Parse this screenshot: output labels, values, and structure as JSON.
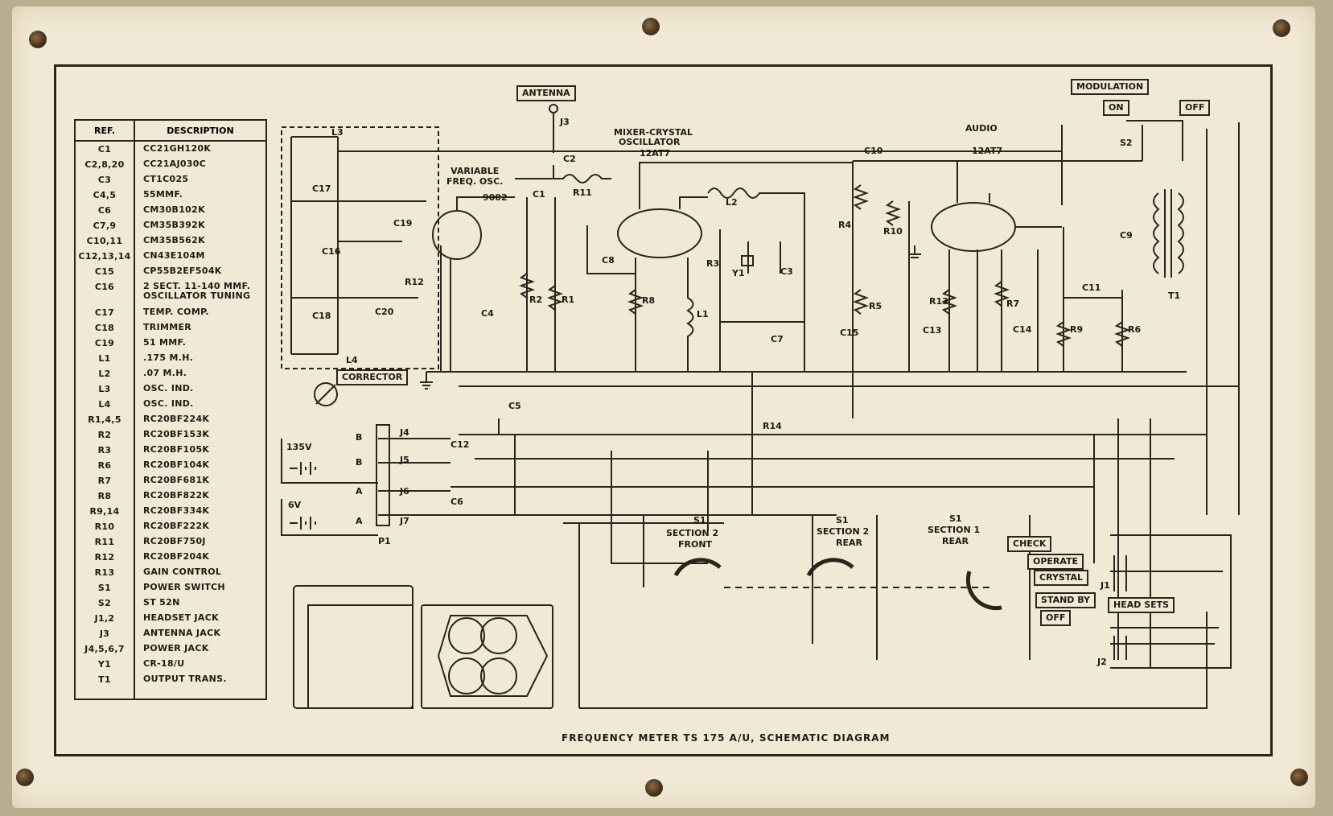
{
  "diagram_title": "FREQUENCY METER TS 175 A/U, SCHEMATIC DIAGRAM",
  "parts_table": {
    "headers": [
      "REF.",
      "DESCRIPTION"
    ],
    "rows": [
      {
        "ref": "C1",
        "desc": "CC21GH120K"
      },
      {
        "ref": "C2,8,20",
        "desc": "CC21AJ030C"
      },
      {
        "ref": "C3",
        "desc": "CT1C025"
      },
      {
        "ref": "C4,5",
        "desc": "55MMF."
      },
      {
        "ref": "C6",
        "desc": "CM30B102K"
      },
      {
        "ref": "C7,9",
        "desc": "CM35B392K"
      },
      {
        "ref": "C10,11",
        "desc": "CM35B562K"
      },
      {
        "ref": "C12,13,14",
        "desc": "CN43E104M"
      },
      {
        "ref": "C15",
        "desc": "CP55B2EF504K"
      },
      {
        "ref": "C16",
        "desc": "2 SECT. 11-140 MMF.\nOSCILLATOR TUNING"
      },
      {
        "ref": "C17",
        "desc": "TEMP. COMP."
      },
      {
        "ref": "C18",
        "desc": "TRIMMER"
      },
      {
        "ref": "C19",
        "desc": "51 MMF."
      },
      {
        "ref": "L1",
        "desc": ".175 M.H."
      },
      {
        "ref": "L2",
        "desc": ".07 M.H."
      },
      {
        "ref": "L3",
        "desc": "OSC. IND."
      },
      {
        "ref": "L4",
        "desc": "OSC. IND."
      },
      {
        "ref": "R1,4,5",
        "desc": "RC20BF224K"
      },
      {
        "ref": "R2",
        "desc": "RC20BF153K"
      },
      {
        "ref": "R3",
        "desc": "RC20BF105K"
      },
      {
        "ref": "R6",
        "desc": "RC20BF104K"
      },
      {
        "ref": "R7",
        "desc": "RC20BF681K"
      },
      {
        "ref": "R8",
        "desc": "RC20BF822K"
      },
      {
        "ref": "R9,14",
        "desc": "RC20BF334K"
      },
      {
        "ref": "R10",
        "desc": "RC20BF222K"
      },
      {
        "ref": "R11",
        "desc": "RC20BF750J"
      },
      {
        "ref": "R12",
        "desc": "RC20BF204K"
      },
      {
        "ref": "R13",
        "desc": "GAIN CONTROL"
      },
      {
        "ref": "S1",
        "desc": "POWER SWITCH"
      },
      {
        "ref": "S2",
        "desc": "ST 52N"
      },
      {
        "ref": "J1,2",
        "desc": "HEADSET JACK"
      },
      {
        "ref": "J3",
        "desc": "ANTENNA JACK"
      },
      {
        "ref": "J4,5,6,7",
        "desc": "POWER JACK"
      },
      {
        "ref": "Y1",
        "desc": "CR-18/U"
      },
      {
        "ref": "T1",
        "desc": "OUTPUT TRANS."
      }
    ]
  },
  "boxed_labels": {
    "antenna": "ANTENNA",
    "modulation": "MODULATION",
    "on": "ON",
    "off": "OFF",
    "corrector": "CORRECTOR",
    "check": "CHECK",
    "operate": "OPERATE",
    "crystal": "CRYSTAL",
    "stand_by": "STAND BY",
    "off2": "OFF",
    "head_sets": "HEAD SETS"
  },
  "stage_labels": {
    "vfo": "VARIABLE\nFREQ. OSC.",
    "vfo_tube": "9002",
    "mixer_line1": "MIXER-CRYSTAL",
    "mixer_line2": "OSCILLATOR",
    "mixer_tube": "12AT7",
    "audio": "AUDIO",
    "audio_tube": "12AT7",
    "s1_front_1": "S1",
    "s1_front_2": "SECTION 2",
    "s1_front_3": "FRONT",
    "s1_rear2_1": "S1",
    "s1_rear2_2": "SECTION 2",
    "s1_rear2_3": "REAR",
    "s1_rear1_1": "S1",
    "s1_rear1_2": "SECTION 1",
    "s1_rear1_3": "REAR"
  },
  "component_labels": {
    "L3": "L3",
    "C17": "C17",
    "C16": "C16",
    "C18": "C18",
    "L4": "L4",
    "C19": "C19",
    "C20": "C20",
    "R12": "R12",
    "J3": "J3",
    "C2": "C2",
    "C1": "C1",
    "R11": "R11",
    "R2": "R2",
    "R1": "R1",
    "C4": "C4",
    "C5": "C5",
    "L2": "L2",
    "C8": "C8",
    "R8": "R8",
    "L1": "L1",
    "R3": "R3",
    "Y1": "Y1",
    "C3": "C3",
    "C7": "C7",
    "C10": "C10",
    "R4": "R4",
    "R10": "R10",
    "R5": "R5",
    "C15": "C15",
    "R13": "R13",
    "C13": "C13",
    "R7": "R7",
    "C14": "C14",
    "R9": "R9",
    "C11": "C11",
    "R6": "R6",
    "S2": "S2",
    "C9": "C9",
    "T1": "T1",
    "R14": "R14",
    "J4": "J4",
    "J5": "J5",
    "J6": "J6",
    "J7": "J7",
    "C12": "C12",
    "C6": "C6",
    "P1": "P1",
    "J1": "J1",
    "J2": "J2",
    "v135": "135V",
    "v6": "6V",
    "B1": "B",
    "B2": "B",
    "A1": "A",
    "A2": "A"
  }
}
